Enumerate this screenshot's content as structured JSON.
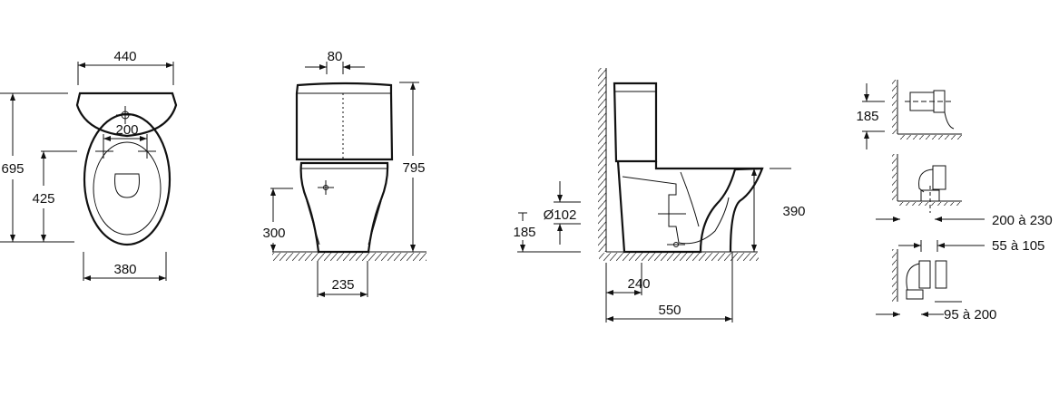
{
  "top_view": {
    "width_total": "440",
    "depth_total": "695",
    "fixing_height": "425",
    "fixing_spacing": "200",
    "base_width": "380"
  },
  "front_view": {
    "cistern_offset": "80",
    "total_height": "795",
    "inlet_height": "300",
    "base_width": "235"
  },
  "side_view": {
    "outlet_diameter": "Ø102",
    "outlet_height": "185",
    "bowl_height": "390",
    "outlet_to_wall": "240",
    "total_depth": "550"
  },
  "outlet_options": {
    "horizontal_height": "185",
    "vertical_range": "200 à 230",
    "offset_range_1": "55 à 105",
    "offset_range_2": "95 à 200"
  },
  "colors": {
    "line": "#111111",
    "background": "#ffffff"
  }
}
